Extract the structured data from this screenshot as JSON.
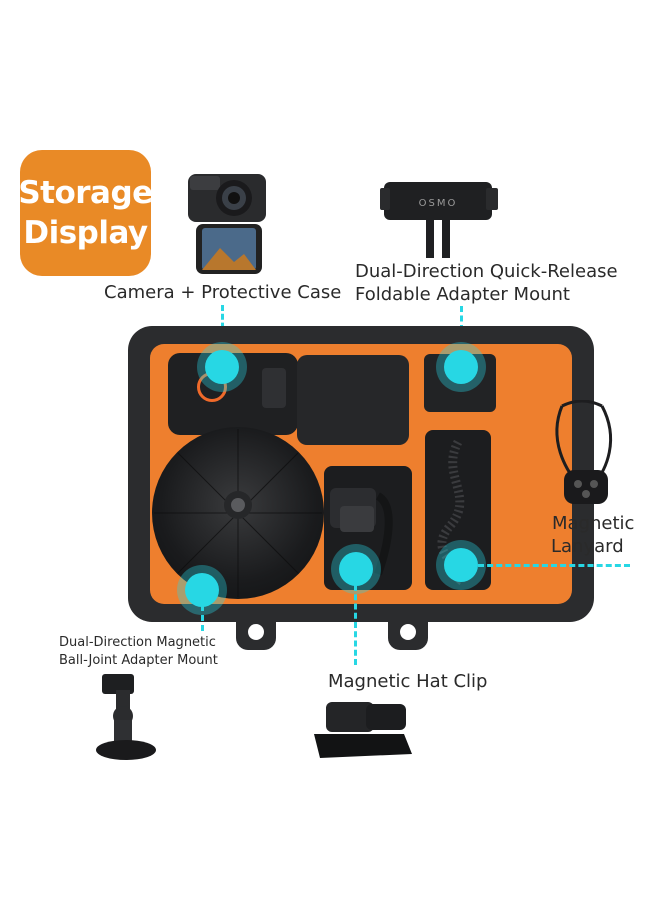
{
  "badge": {
    "line1": "Storage",
    "line2": "Display"
  },
  "labels": {
    "camera": "Camera + Protective Case",
    "quick_release_line1": "Dual-Direction Quick-Release",
    "quick_release_line2": "Foldable Adapter Mount",
    "lanyard_line1": "Magnetic",
    "lanyard_line2": "Lanyard",
    "ball_joint_line1": "Dual-Direction Magnetic",
    "ball_joint_line2": "Ball-Joint Adapter Mount",
    "hat_clip": "Magnetic Hat Clip",
    "mount_brand": "OSMO"
  },
  "colors": {
    "badge": "#e98a26",
    "callout": "#27d7e4",
    "foam": "#ee7f2e",
    "case": "#2b2c2e"
  }
}
